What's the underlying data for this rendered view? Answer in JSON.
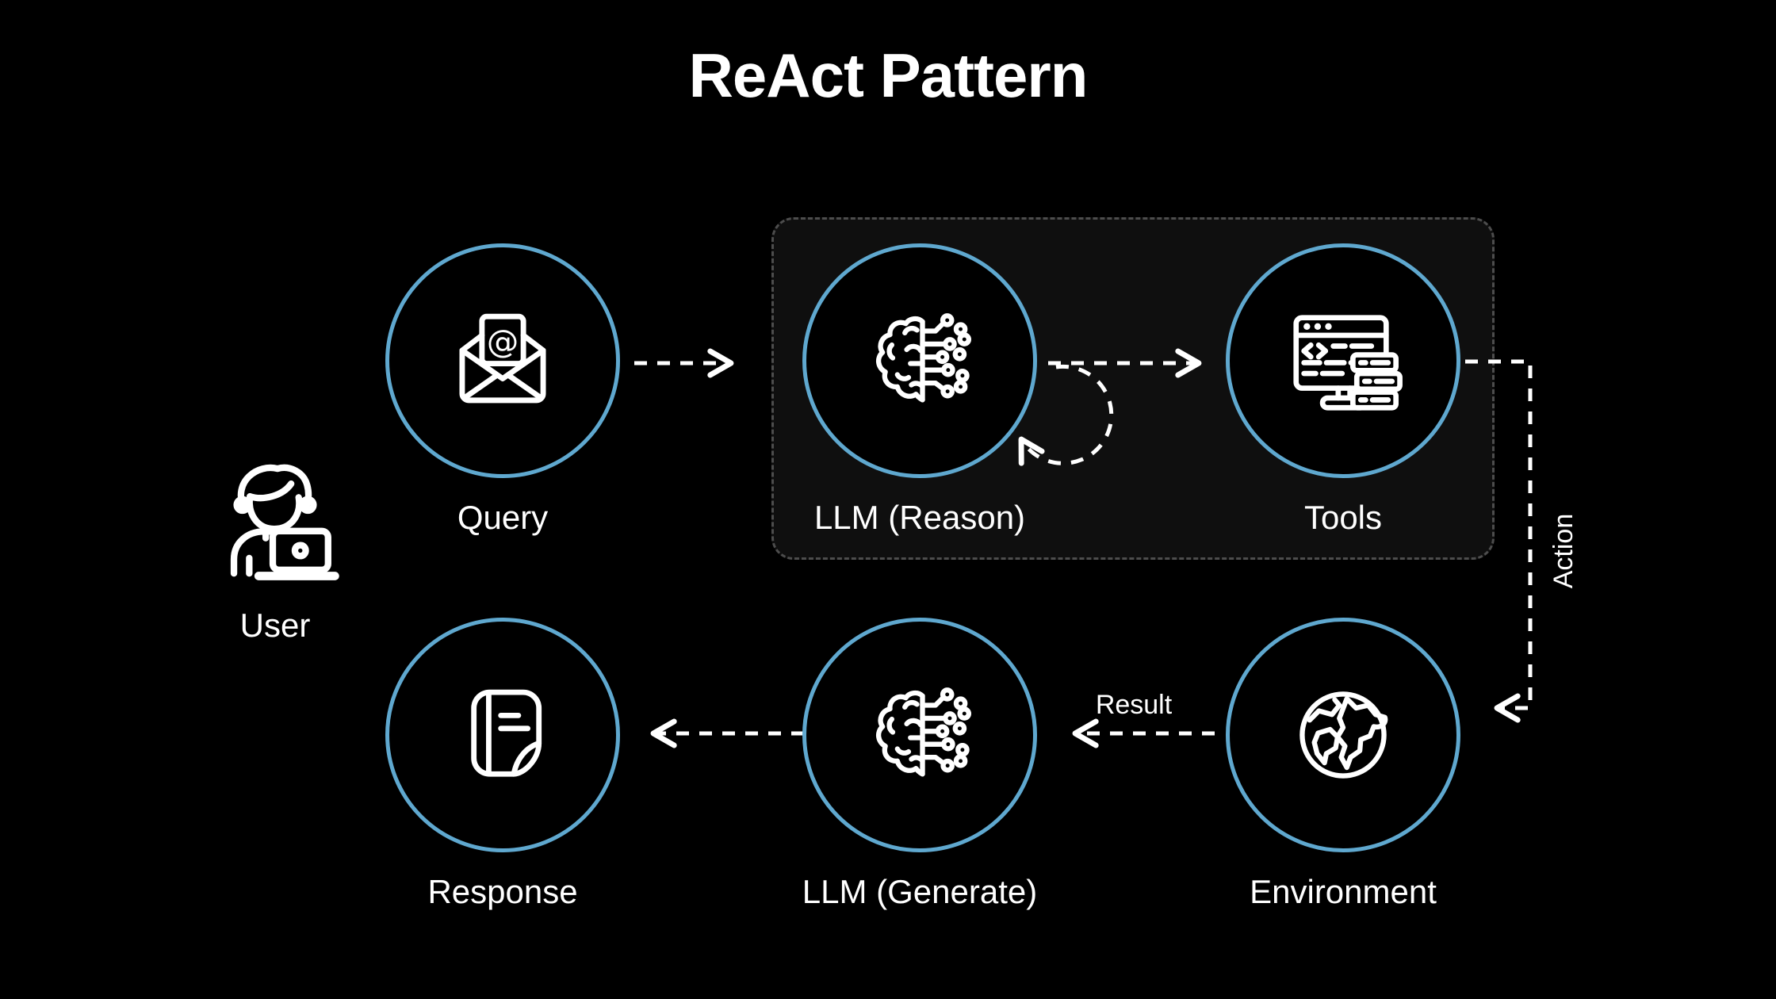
{
  "title": "ReAct Pattern",
  "user": {
    "label": "User"
  },
  "nodes": {
    "query": {
      "label": "Query",
      "icon": "email-open-at-icon"
    },
    "llm_reason": {
      "label": "LLM (Reason)",
      "icon": "ai-brain-circuit-icon"
    },
    "tools": {
      "label": "Tools",
      "icon": "code-window-server-icon"
    },
    "response": {
      "label": "Response",
      "icon": "document-folded-icon"
    },
    "llm_generate": {
      "label": "LLM (Generate)",
      "icon": "ai-brain-circuit-icon"
    },
    "environment": {
      "label": "Environment",
      "icon": "globe-icon"
    }
  },
  "edges": {
    "action_label": "Action",
    "result_label": "Result"
  },
  "colors": {
    "background": "#000000",
    "node_border": "#5fa8cf",
    "node_fill": "#000000",
    "group_fill": "#0f0f0f",
    "group_border": "#4d4d4d",
    "text": "#ffffff",
    "arrow": "#ffffff"
  }
}
